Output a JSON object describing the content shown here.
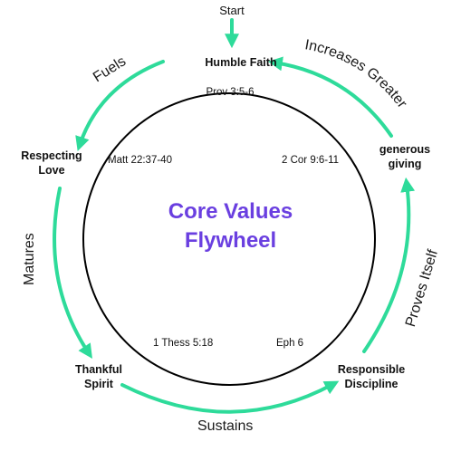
{
  "colors": {
    "arrow": "#2EDB9A",
    "circle": "#000000",
    "title": "#6A3FE0"
  },
  "title": {
    "line1": "Core Values",
    "line2": "Flywheel"
  },
  "start_label": "Start",
  "nodes": {
    "humble_faith": "Humble Faith",
    "respecting_love_1": "Respecting",
    "respecting_love_2": "Love",
    "thankful_spirit_1": "Thankful",
    "thankful_spirit_2": "Spirit",
    "responsible_discipline_1": "Responsible",
    "responsible_discipline_2": "Discipline",
    "generous_giving_1": "generous",
    "generous_giving_2": "giving"
  },
  "references": {
    "prov": "Prov 3:5-6",
    "matt": "Matt 22:37-40",
    "cor": "2 Cor 9:6-11",
    "thess": "1 Thess 5:18",
    "eph": "Eph 6"
  },
  "edges": {
    "fuels": "Fuels",
    "matures": "Matures",
    "sustains": "Sustains",
    "proves_itself": "Proves Itself",
    "increases_greater": "Increases Greater"
  }
}
